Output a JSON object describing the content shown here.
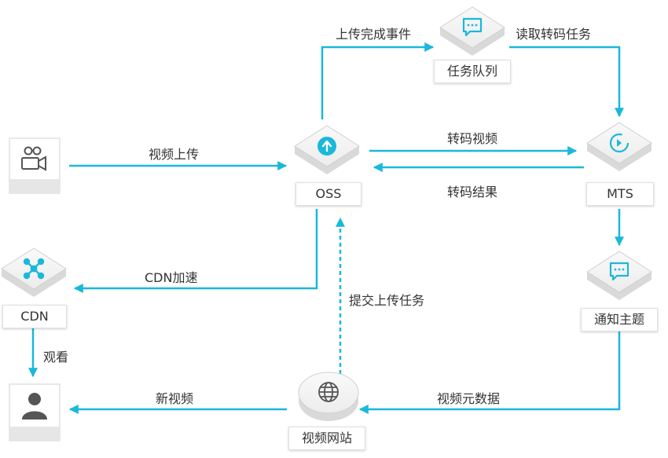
{
  "colors": {
    "accent": "#1ab8da",
    "icon_dark": "#555555",
    "node_top": "#f4f4f4",
    "node_side": "#dcdcdc"
  },
  "nodes": {
    "oss": "OSS",
    "mts": "MTS",
    "cdn": "CDN",
    "queue": "任务队列",
    "topic": "通知主题",
    "website": "视频网站"
  },
  "edges": {
    "upload_done_event": "上传完成事件",
    "read_transcode_task": "读取转码任务",
    "video_upload": "视频上传",
    "transcode_video": "转码视频",
    "transcode_result": "转码结果",
    "cdn_accel": "CDN加速",
    "submit_upload_task": "提交上传任务",
    "watch": "观看",
    "video_metadata": "视频元数据",
    "new_video": "新视频"
  },
  "icons": {
    "camera": "video-camera-icon",
    "user": "user-icon",
    "oss": "cloud-upload-icon",
    "mts": "refresh-icon",
    "cdn": "network-icon",
    "queue": "message-icon",
    "topic": "message-icon",
    "website": "globe-icon"
  }
}
